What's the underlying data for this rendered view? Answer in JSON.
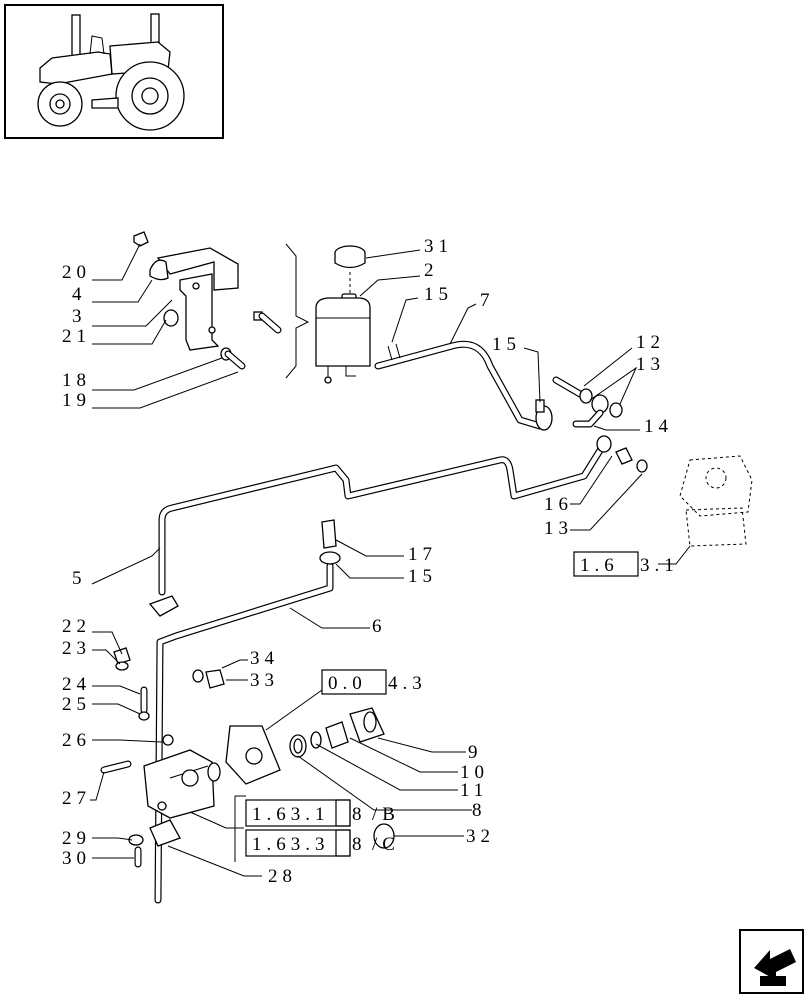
{
  "labels": {
    "p20": "20",
    "p4": "4",
    "p3": "3",
    "p21": "21",
    "p18": "18",
    "p19": "19",
    "p31": "31",
    "p2": "2",
    "p15a": "15",
    "p7": "7",
    "p15b": "15",
    "p12": "12",
    "p13a": "13",
    "p14": "14",
    "p16": "16",
    "p13b": "13",
    "p17": "17",
    "p15c": "15",
    "p5": "5",
    "p6": "6",
    "p22": "22",
    "p23": "23",
    "p34": "34",
    "p33": "33",
    "p24": "24",
    "p25": "25",
    "p26": "26",
    "p27": "27",
    "p9": "9",
    "p10": "10",
    "p11": "11",
    "p8": "8",
    "p32": "32",
    "p29": "29",
    "p30": "30",
    "p28": "28"
  },
  "references": {
    "ref_1631_box": "1.6",
    "ref_1631_rest": "3.1",
    "ref_0043_box": "0.0",
    "ref_0043_rest": "4.3",
    "ref_b_box": "1.63.1",
    "ref_b_mid": "8",
    "ref_b_suffix": "/B",
    "ref_c_box": "1.63.3",
    "ref_c_mid": "8",
    "ref_c_suffix": "/C"
  },
  "icons": [
    "tractor-thumbnail-icon",
    "return-arrow-icon"
  ]
}
